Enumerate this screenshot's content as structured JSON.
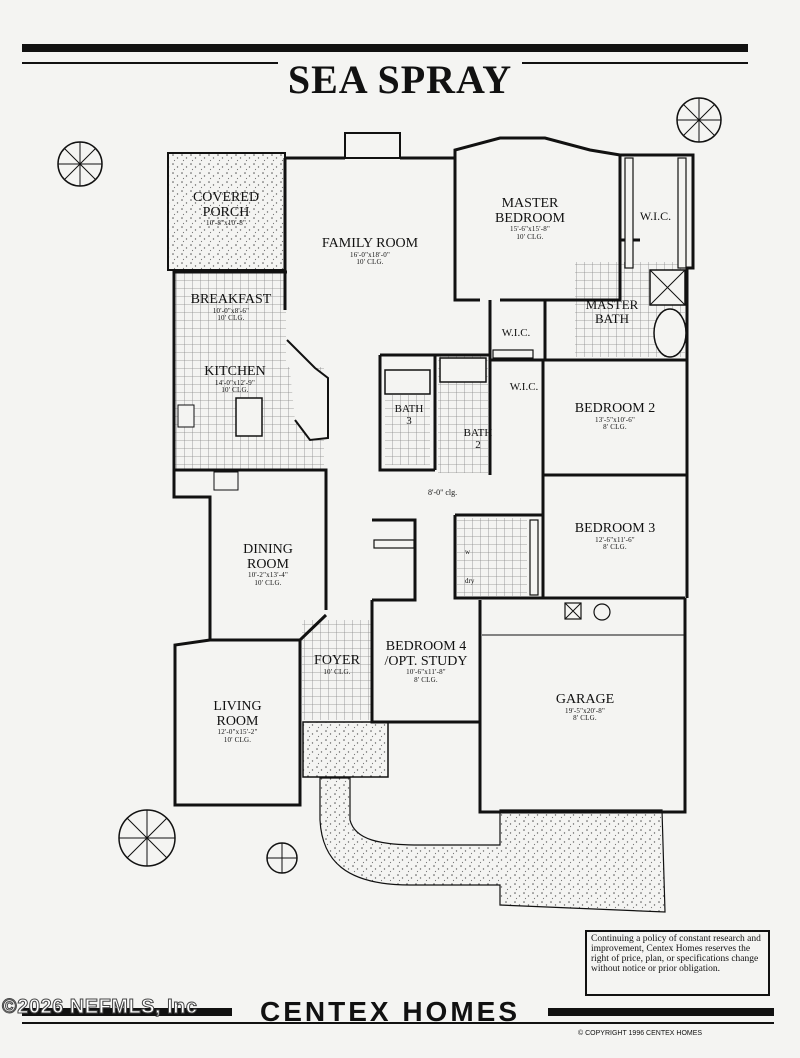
{
  "title": "SEA SPRAY",
  "rooms": {
    "covered_porch": {
      "name": "COVERED\nPORCH",
      "dim": "10'-8\"x10'-8\""
    },
    "family_room": {
      "name": "FAMILY ROOM",
      "dim": "16'-0\"x18'-0\"",
      "clg": "10' CLG."
    },
    "master_bedroom": {
      "name": "MASTER\nBEDROOM",
      "dim": "15'-6\"x15'-8\"",
      "clg": "10' CLG."
    },
    "wic_master": {
      "name": "W.I.C."
    },
    "breakfast": {
      "name": "BREAKFAST",
      "dim": "10'-0\"x8'-6\"",
      "clg": "10' CLG."
    },
    "master_bath": {
      "name": "MASTER\nBATH"
    },
    "wic_2": {
      "name": "W.I.C."
    },
    "wic_3": {
      "name": "W.I.C."
    },
    "kitchen": {
      "name": "KITCHEN",
      "dim": "14'-0\"x12'-9\"",
      "clg": "10' CLG."
    },
    "bath_3": {
      "name": "BATH\n3"
    },
    "bath_2": {
      "name": "BATH\n2"
    },
    "bedroom_2": {
      "name": "BEDROOM 2",
      "dim": "13'-5\"x10'-6\"",
      "clg": "8' CLG."
    },
    "bedroom_3": {
      "name": "BEDROOM 3",
      "dim": "12'-6\"x11'-6\"",
      "clg": "8' CLG."
    },
    "dining_room": {
      "name": "DINING\nROOM",
      "dim": "10'-2\"x13'-4\"",
      "clg": "10' CLG."
    },
    "foyer": {
      "name": "FOYER",
      "clg": "10' CLG."
    },
    "bedroom_4": {
      "name": "BEDROOM 4\n/OPT. STUDY",
      "dim": "10'-6\"x11'-8\"",
      "clg": "8' CLG."
    },
    "garage": {
      "name": "GARAGE",
      "dim": "19'-5\"x20'-8\"",
      "clg": "8' CLG."
    },
    "living_room": {
      "name": "LIVING\nROOM",
      "dim": "12'-0\"x15'-2\"",
      "clg": "10' CLG."
    }
  },
  "hall_clg": "8'-0\" clg.",
  "laundry": {
    "w": "w",
    "dry": "dry"
  },
  "notice": "Continuing a policy of constant research and improvement, Centex Homes reserves the right of price, plan, or specifications change without notice or prior obligation.",
  "brand": "CENTEX HOMES",
  "copyright": "© COPYRIGHT 1996 CENTEX HOMES",
  "watermark": "©2026 NEFMLS, Inc"
}
